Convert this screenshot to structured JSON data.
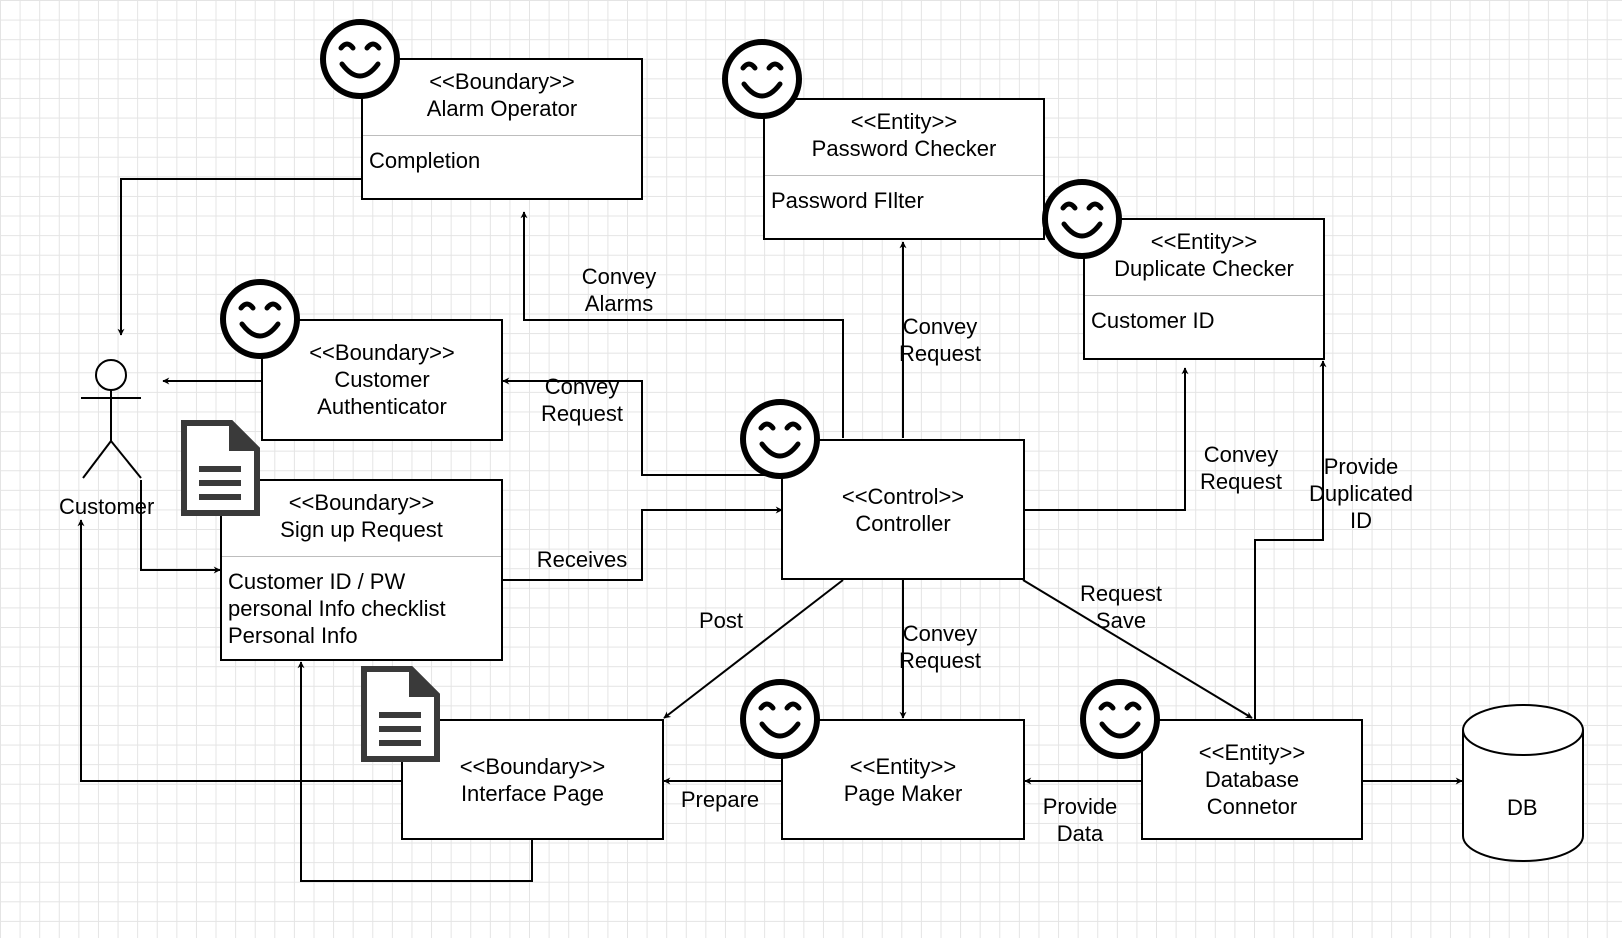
{
  "actor": {
    "name": "Customer"
  },
  "database": {
    "label": "DB"
  },
  "boxes": {
    "alarm_operator": {
      "stereotype": "<<Boundary>>",
      "name": "Alarm Operator",
      "attrs": [
        "Completion"
      ]
    },
    "password_checker": {
      "stereotype": "<<Entity>>",
      "name": "Password Checker",
      "attrs": [
        "Password FIlter"
      ]
    },
    "duplicate_checker": {
      "stereotype": "<<Entity>>",
      "name": "Duplicate Checker",
      "attrs": [
        "Customer ID"
      ]
    },
    "customer_authenticator": {
      "stereotype": "<<Boundary>>",
      "name_line1": "Customer",
      "name_line2": "Authenticator"
    },
    "signup_request": {
      "stereotype": "<<Boundary>>",
      "name": "Sign up Request",
      "attrs": [
        "Customer ID / PW",
        "personal Info checklist",
        "Personal Info"
      ]
    },
    "controller": {
      "stereotype": "<<Control>>",
      "name": "Controller"
    },
    "interface_page": {
      "stereotype": "<<Boundary>>",
      "name": "Interface Page"
    },
    "page_maker": {
      "stereotype": "<<Entity>>",
      "name": "Page Maker"
    },
    "database_connector": {
      "stereotype": "<<Entity>>",
      "name_line1": "Database",
      "name_line2": "Connetor"
    }
  },
  "edge_labels": {
    "convey_alarms": [
      "Convey",
      "Alarms"
    ],
    "convey_request_auth": [
      "Convey",
      "Request"
    ],
    "receives": "Receives",
    "convey_request_pw": [
      "Convey",
      "Request"
    ],
    "convey_request_dup": [
      "Convey",
      "Request"
    ],
    "provide_duplicated_id": [
      "Provide",
      "Duplicated",
      "ID"
    ],
    "post": "Post",
    "convey_request_page": [
      "Convey",
      "Request"
    ],
    "request_save": [
      "Request",
      "Save"
    ],
    "prepare": "Prepare",
    "provide_data": [
      "Provide",
      "Data"
    ]
  }
}
